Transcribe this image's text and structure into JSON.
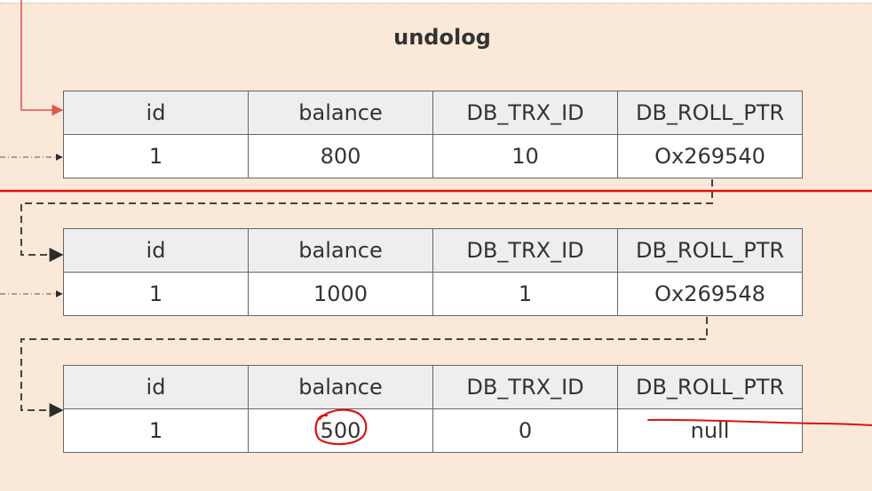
{
  "title": "undolog",
  "tables": [
    {
      "headers": [
        "id",
        "balance",
        "DB_TRX_ID",
        "DB_ROLL_PTR"
      ],
      "row": [
        "1",
        "800",
        "10",
        "Ox269540"
      ]
    },
    {
      "headers": [
        "id",
        "balance",
        "DB_TRX_ID",
        "DB_ROLL_PTR"
      ],
      "row": [
        "1",
        "1000",
        "1",
        "Ox269548"
      ]
    },
    {
      "headers": [
        "id",
        "balance",
        "DB_TRX_ID",
        "DB_ROLL_PTR"
      ],
      "row": [
        "1",
        "500",
        "0",
        "null"
      ]
    }
  ],
  "colors": {
    "background": "#fae8d9",
    "header_fill": "#eeeeee",
    "border": "#666666",
    "connector": "#4d4034",
    "pointer_arrow": "#e05550",
    "annotation_red": "#e01010"
  }
}
